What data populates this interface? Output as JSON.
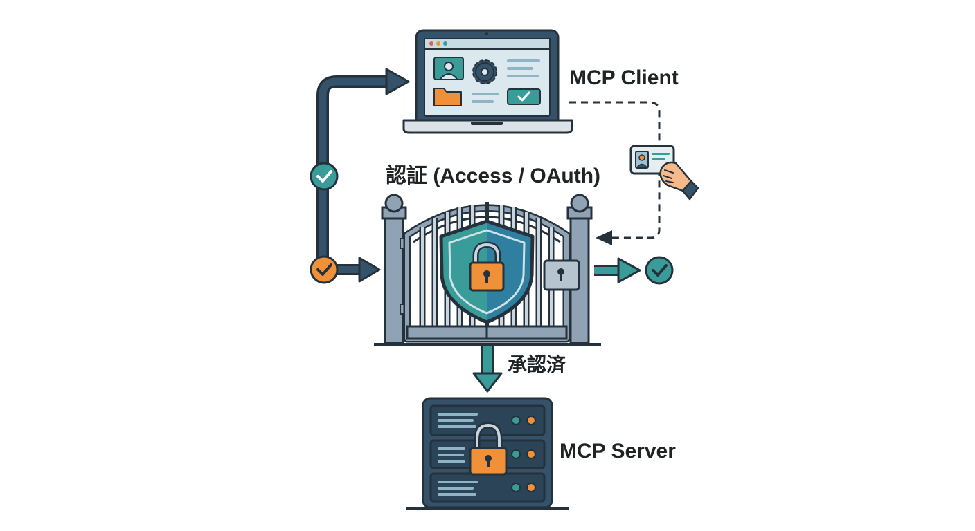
{
  "labels": {
    "client": "MCP Client",
    "auth": "認証 (Access / OAuth)",
    "approved": "承認済",
    "server": "MCP Server"
  },
  "colors": {
    "outline": "#25323c",
    "navy": "#34536b",
    "teal": "#3a9c98",
    "orange": "#f0913a",
    "gate_gray": "#8fa3b5",
    "screen_bg": "#dbe9ef"
  },
  "icons": {
    "client": "laptop-icon",
    "credential": "id-card-hand-icon",
    "gate": "locked-gate-icon",
    "shield": "shield-lock-icon",
    "server": "server-lock-icon"
  }
}
